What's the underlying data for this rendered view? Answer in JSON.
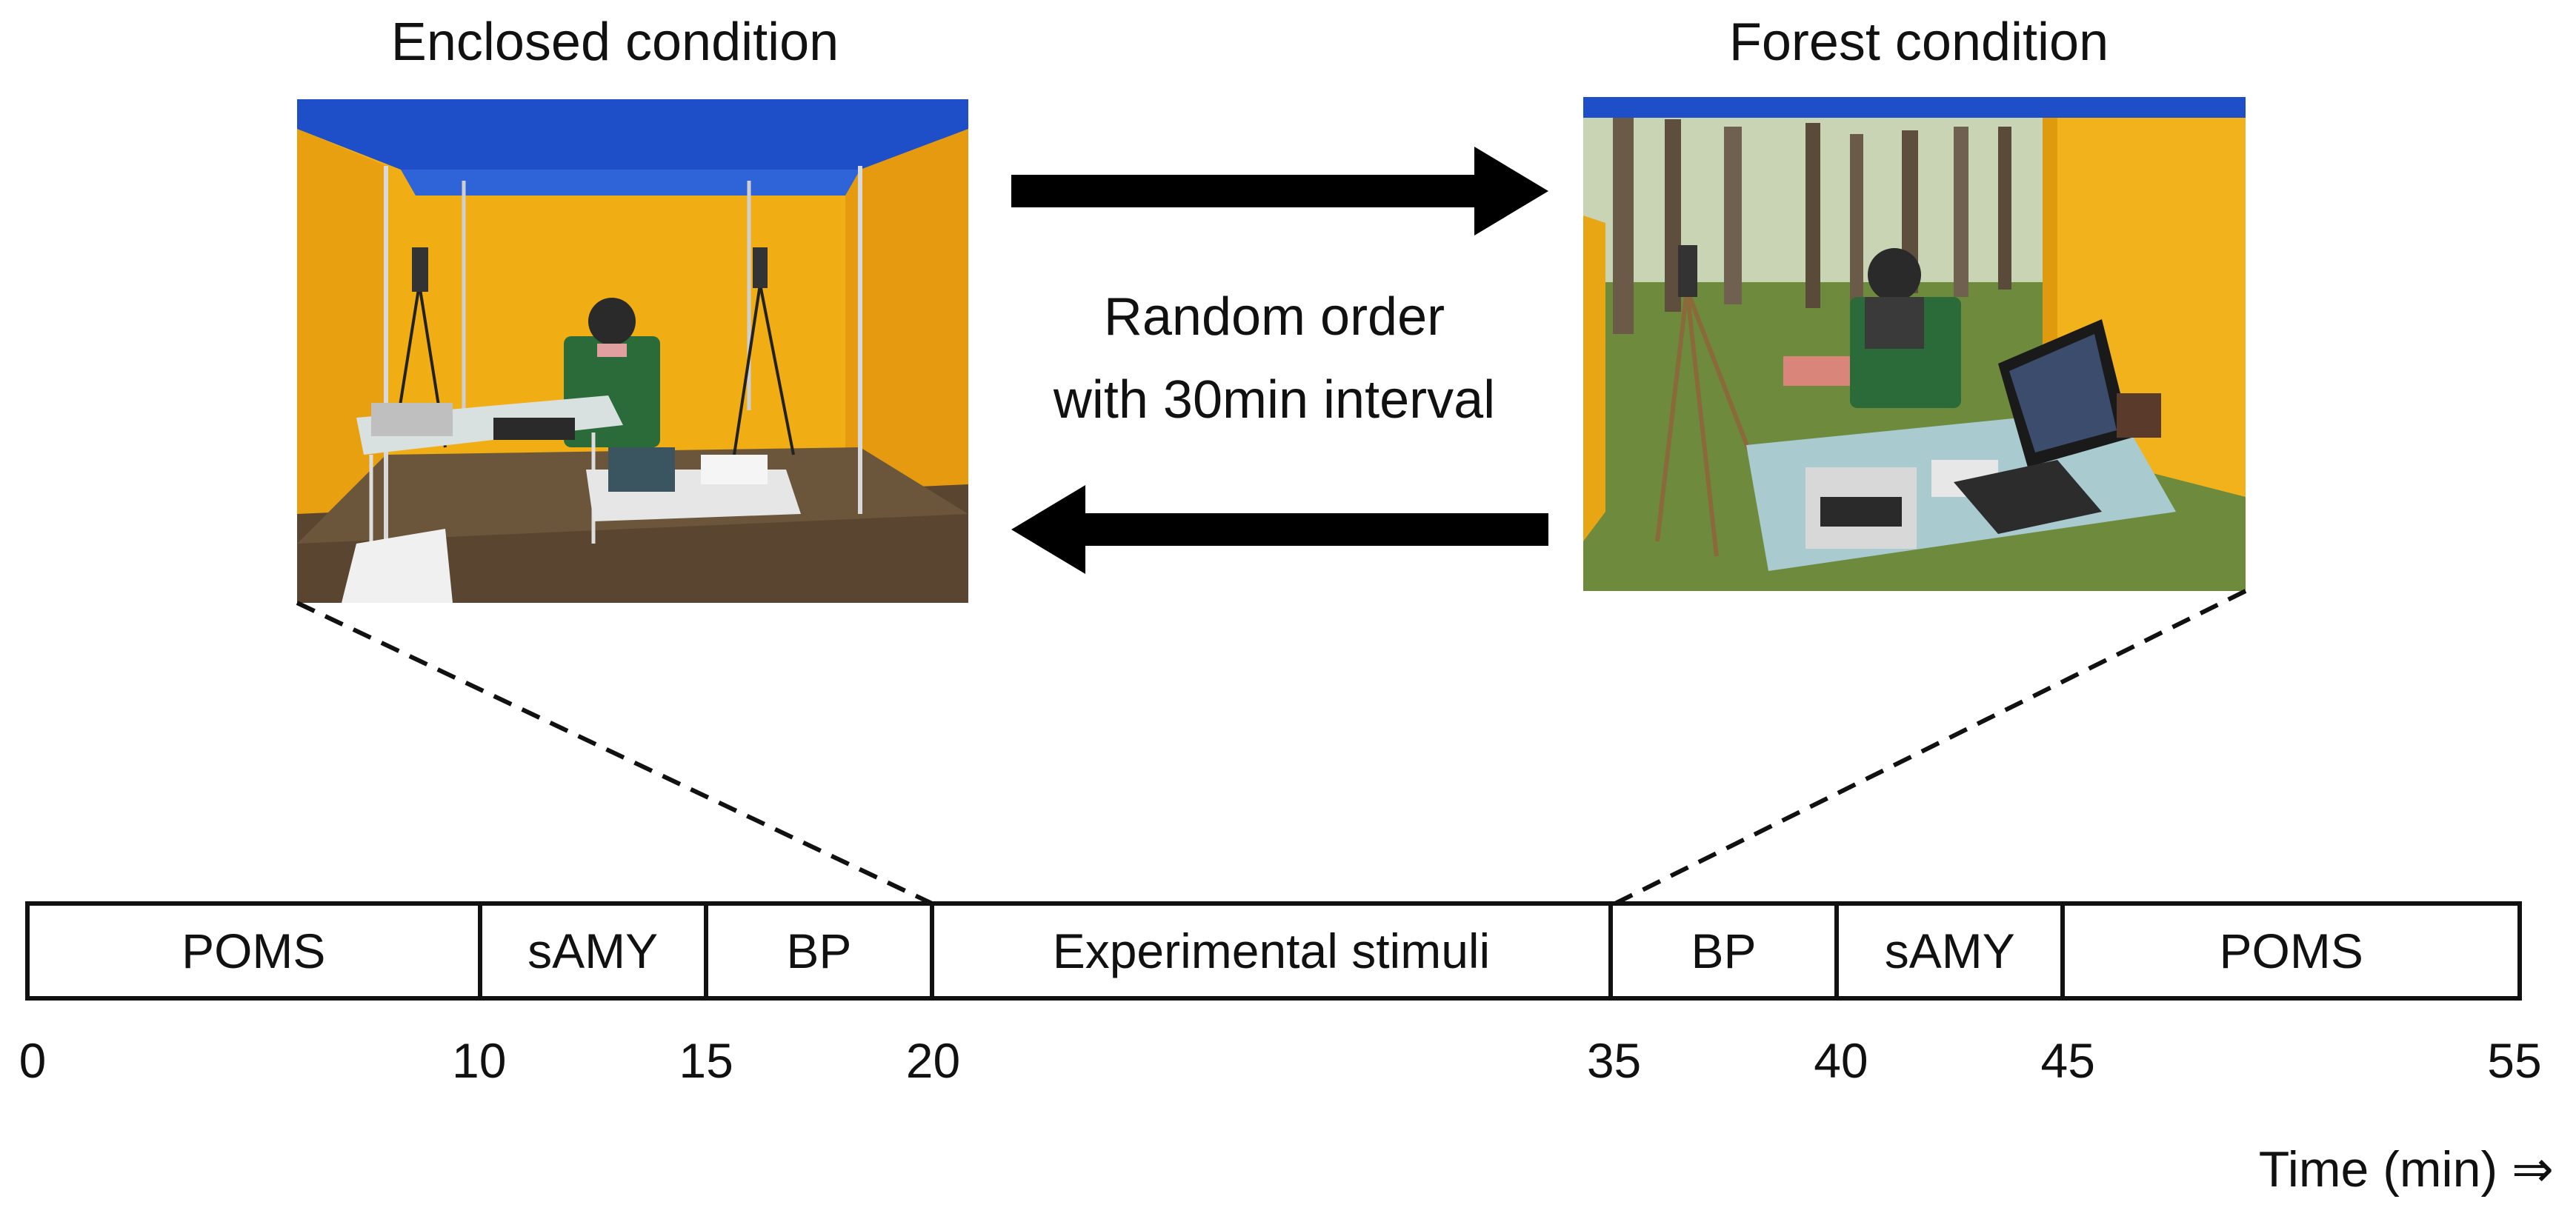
{
  "conditions": {
    "enclosed_title": "Enclosed condition",
    "forest_title": "Forest condition"
  },
  "order_note": {
    "line1": "Random order",
    "line2": "with 30min interval"
  },
  "timeline": {
    "segments": [
      {
        "label": "POMS",
        "start": 0,
        "end": 10
      },
      {
        "label": "sAMY",
        "start": 10,
        "end": 15
      },
      {
        "label": "BP",
        "start": 15,
        "end": 20
      },
      {
        "label": "Experimental stimuli",
        "start": 20,
        "end": 35
      },
      {
        "label": "BP",
        "start": 35,
        "end": 40
      },
      {
        "label": "sAMY",
        "start": 40,
        "end": 45
      },
      {
        "label": "POMS",
        "start": 45,
        "end": 55
      }
    ],
    "ticks": [
      "0",
      "10",
      "15",
      "20",
      "35",
      "40",
      "45",
      "55"
    ],
    "axis_label": "Time (min) ⇒"
  },
  "colors": {
    "tent_blue": "#1e4fc8",
    "tent_yellow": "#f2b21c",
    "forest_green": "#6e8a3c",
    "ground_brown": "#5a4630",
    "arrow": "#000000"
  }
}
